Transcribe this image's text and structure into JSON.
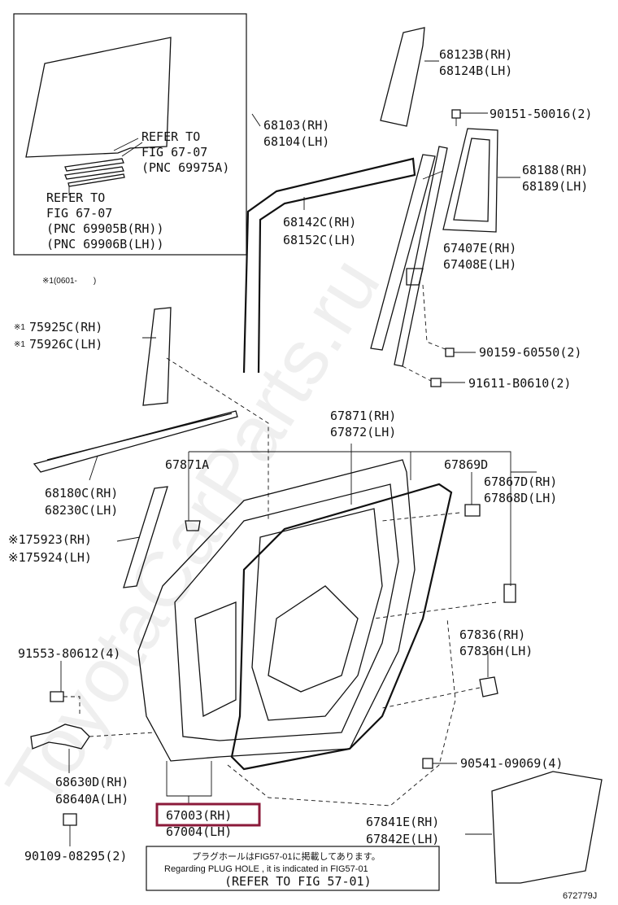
{
  "inset": {
    "refer1": [
      "REFER TO",
      "FIG 67-07",
      "(PNC 69975A)"
    ],
    "refer2": [
      "REFER TO",
      "FIG 67-07",
      "(PNC 69905B(RH))",
      "(PNC 69906B(LH))"
    ]
  },
  "footnote_code": "※1(0601-　　)",
  "labels": {
    "p68123B": "68123B(RH)",
    "p68124B": "68124B(LH)",
    "p90151": "90151-50016(2)",
    "p68103": "68103(RH)",
    "p68104": "68104(LH)",
    "p68188": "68188(RH)",
    "p68189": "68189(LH)",
    "p68142C": "68142C(RH)",
    "p68152C": "68152C(LH)",
    "p67407E": "67407E(RH)",
    "p67408E": "67408E(LH)",
    "p90159": "90159-60550(2)",
    "p91611": "91611-B0610(2)",
    "mark1": "※1",
    "p75925C": "75925C(RH)",
    "p75926C": "75926C(LH)",
    "p67871RH": "67871(RH)",
    "p67872LH": "67872(LH)",
    "p67871A": "67871A",
    "p67869D": "67869D",
    "p67867D": "67867D(RH)",
    "p67868D": "67868D(LH)",
    "p68180C": "68180C(RH)",
    "p68230C": "68230C(LH)",
    "p75923": "※175923(RH)",
    "p75924": "※175924(LH)",
    "p91553": "91553-80612(4)",
    "p67836": "67836(RH)",
    "p67836H": "67836H(LH)",
    "p90541": "90541-09069(4)",
    "p68630D": "68630D(RH)",
    "p68640A": "68640A(LH)",
    "p67003": "67003(RH)",
    "p67004": "67004(LH)",
    "p67841E": "67841E(RH)",
    "p67842E": "67842E(LH)",
    "p90109": "90109-08295(2)"
  },
  "notice": {
    "jp": "プラグホールはFIG57-01に掲載してあります。",
    "en": "Regarding PLUG HOLE , it is indicated in FIG57-01",
    "ref": "(REFER TO FIG 57-01)"
  },
  "diagram_code": "672779J",
  "watermark": "ToyotaCarParts.ru",
  "colors": {
    "highlight": "#8b1a3a",
    "ink": "#111111"
  }
}
